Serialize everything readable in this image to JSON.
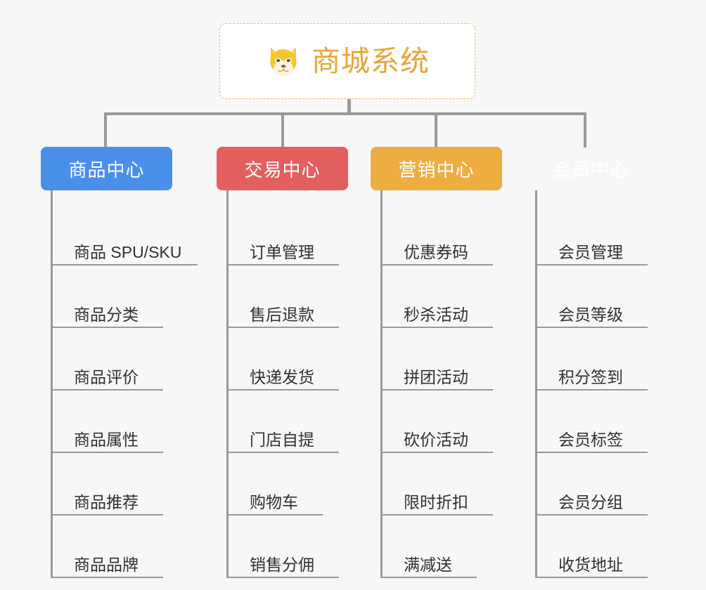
{
  "root": {
    "title": "商城系统",
    "icon": "shiba-inu-icon",
    "border_color": "#f0b95a",
    "title_color": "#e6a538",
    "background": "#ffffff"
  },
  "canvas": {
    "background": "#f7f7f7",
    "connector_color": "#9a9a9a"
  },
  "columns": [
    {
      "title": "商品中心",
      "color": "#4a90ea",
      "items": [
        {
          "label": "商品 SPU/SKU",
          "width": "wide"
        },
        {
          "label": "商品分类",
          "width": "4"
        },
        {
          "label": "商品评价",
          "width": "4"
        },
        {
          "label": "商品属性",
          "width": "4"
        },
        {
          "label": "商品推荐",
          "width": "4"
        },
        {
          "label": "商品品牌",
          "width": "4"
        }
      ]
    },
    {
      "title": "交易中心",
      "color": "#e45f5f",
      "items": [
        {
          "label": "订单管理",
          "width": "4"
        },
        {
          "label": "售后退款",
          "width": "4"
        },
        {
          "label": "快递发货",
          "width": "4"
        },
        {
          "label": "门店自提",
          "width": "4"
        },
        {
          "label": "购物车",
          "width": "3"
        },
        {
          "label": "销售分佣",
          "width": "4"
        }
      ]
    },
    {
      "title": "营销中心",
      "color": "#eead41",
      "items": [
        {
          "label": "优惠券码",
          "width": "4"
        },
        {
          "label": "秒杀活动",
          "width": "4"
        },
        {
          "label": "拼团活动",
          "width": "4"
        },
        {
          "label": "砍价活动",
          "width": "4"
        },
        {
          "label": "限时折扣",
          "width": "4"
        },
        {
          "label": "满减送",
          "width": "3"
        }
      ]
    },
    {
      "title": "会员中心",
      "color": "#78c council",
      "items": [
        {
          "label": "会员管理",
          "width": "4"
        },
        {
          "label": "会员等级",
          "width": "4"
        },
        {
          "label": "积分签到",
          "width": "4"
        },
        {
          "label": "会员标签",
          "width": "4"
        },
        {
          "label": "会员分组",
          "width": "4"
        },
        {
          "label": "收货地址",
          "width": "4"
        }
      ]
    }
  ]
}
